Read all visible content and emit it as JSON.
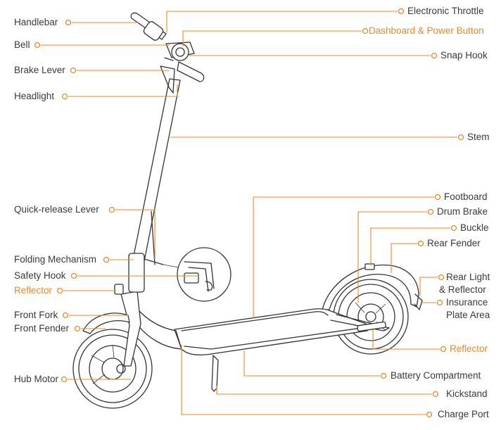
{
  "labels": {
    "handlebar": "Handlebar",
    "bell": "Bell",
    "brake_lever": "Brake Lever",
    "headlight": "Headlight",
    "quick_release_lever": "Quick-release Lever",
    "folding_mechanism": "Folding Mechanism",
    "safety_hook": "Safety Hook",
    "reflector_front": "Reflector",
    "front_fork": "Front Fork",
    "front_fender": "Front Fender",
    "hub_motor": "Hub Motor",
    "electronic_throttle": "Electronic Throttle",
    "dashboard_power_button": "Dashboard & Power Button",
    "snap_hook": "Snap Hook",
    "stem": "Stem",
    "footboard": "Footboard",
    "drum_brake": "Drum Brake",
    "buckle": "Buckle",
    "rear_fender": "Rear Fender",
    "rear_light_line1": "Rear Light",
    "rear_light_line2": "& Reflector",
    "insurance_line1": "Insurance",
    "insurance_line2": "Plate Area",
    "reflector_rear": "Reflector",
    "battery_compartment": "Battery Compartment",
    "kickstand": "Kickstand",
    "charge_port": "Charge Port"
  },
  "colors": {
    "accent": "#e8892b",
    "text": "#3a3a3a",
    "line_art": "#333333"
  }
}
